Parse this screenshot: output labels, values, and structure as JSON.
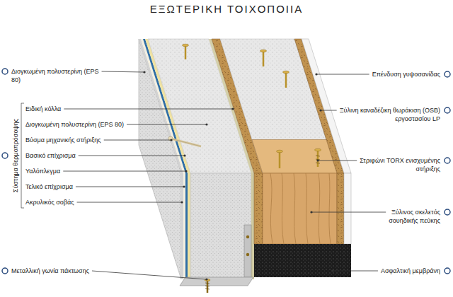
{
  "diagram": {
    "title": "ΕΞΩΤΕΡΙΚΗ ΤΟΙΧΟΠΟΙΙΑ",
    "labels": [
      "Διογκωμένη πολυστερίνη (EPS 80)",
      "Σύστημα θερμοπρόσοψης",
      "Ειδική κόλλα",
      "Διογκωμένη πολυστερίνη (EPS 80)",
      "Βύσμα μηχανικής στήριξης",
      "Βασικό επίχρισμα",
      "Υαλόπλεγμα",
      "Τελικό επίχρισμα",
      "Ακρυλικός σοβάς",
      "Μεταλλική γωνία πάκτωσης",
      "Επένδυση γυψοσανίδας",
      "Ξύλινη καναδέζικη θωράκιση (OSB) εργοστασίου LP",
      "Στριφώνι TORX ενισχυμένης στήριξης",
      "Ξύλινος σκελετός σουηδικής πεύκης",
      "Ασφαλτική μεμβράνη"
    ]
  }
}
